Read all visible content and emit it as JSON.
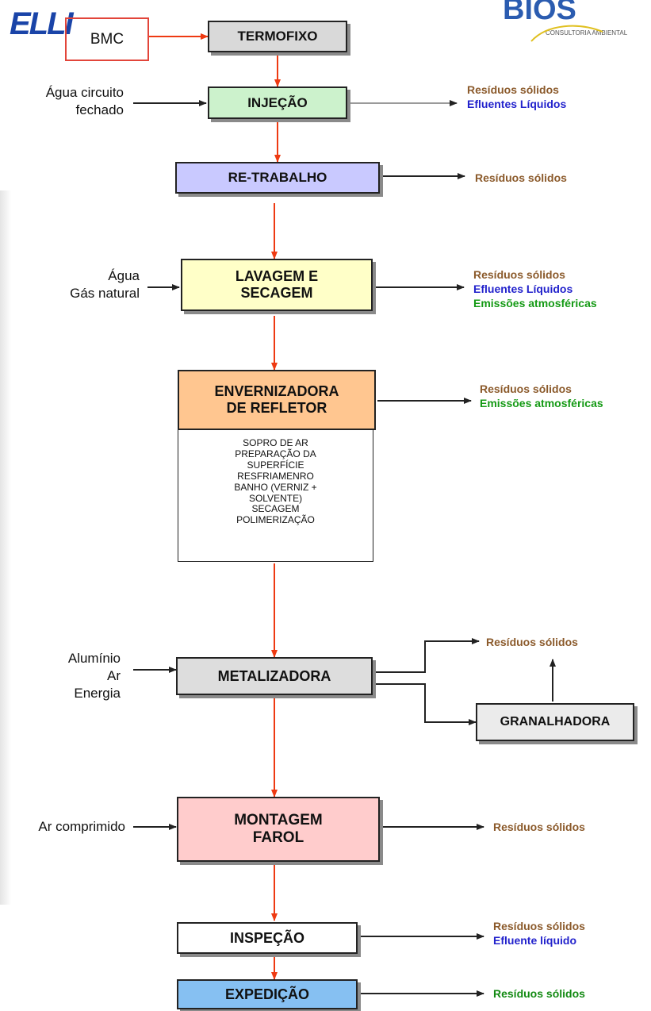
{
  "logos": {
    "left": "ELLI",
    "right": "BIOS",
    "right_sub": "CONSULTORIA AMBIENTAL"
  },
  "colors": {
    "arrow_main": "#ee3a12",
    "arrow_side": "#222222",
    "residuos": "#8b5a2b",
    "efluentes": "#2222cc",
    "emissoes": "#159a15"
  },
  "input": {
    "bmc": "BMC"
  },
  "steps": {
    "termofixo": "TERMOFIXO",
    "injecao": "INJEÇÃO",
    "retrabalho": "RE-TRABALHO",
    "lavagem": "LAVAGEM E\nSECAGEM",
    "envernizadora": "ENVERNIZADORA\nDE REFLETOR",
    "metalizadora": "METALIZADORA",
    "granalhadora": "GRANALHADORA",
    "montagem": "MONTAGEM\nFAROL",
    "inspecao": "INSPEÇÃO",
    "expedicao": "EXPEDIÇÃO"
  },
  "envernizadora_details": [
    "SOPRO DE AR",
    "PREPARAÇÃO DA",
    "SUPERFÍCIE",
    "RESFRIAMENRO",
    "BANHO (VERNIZ +",
    "SOLVENTE)",
    "SECAGEM",
    "POLIMERIZAÇÃO"
  ],
  "inputs": {
    "injecao": [
      "Água circuito",
      "fechado"
    ],
    "lavagem": [
      "Água",
      "Gás natural"
    ],
    "metalizadora": [
      "Alumínio",
      "Ar",
      "Energia"
    ],
    "montagem": [
      "Ar comprimido"
    ]
  },
  "outputs": {
    "injecao": {
      "residuos": "Resíduos  sólidos",
      "efluentes": "Efluentes Líquidos"
    },
    "retrabalho": {
      "residuos": "Resíduos sólidos"
    },
    "lavagem": {
      "residuos": "Resíduos sólidos",
      "efluentes": "Efluentes Líquidos",
      "emissoes": "Emissões atmosféricas"
    },
    "envernizadora": {
      "residuos": "Resíduos sólidos",
      "emissoes": "Emissões atmosféricas"
    },
    "metalizadora": {
      "residuos": "Resíduos sólidos"
    },
    "montagem": {
      "residuos": "Resíduos sólidos"
    },
    "inspecao": {
      "residuos": "Resíduos sólidos",
      "efluentes": "Efluente líquido"
    },
    "expedicao": {
      "residuos": "Resíduos sólidos"
    }
  }
}
